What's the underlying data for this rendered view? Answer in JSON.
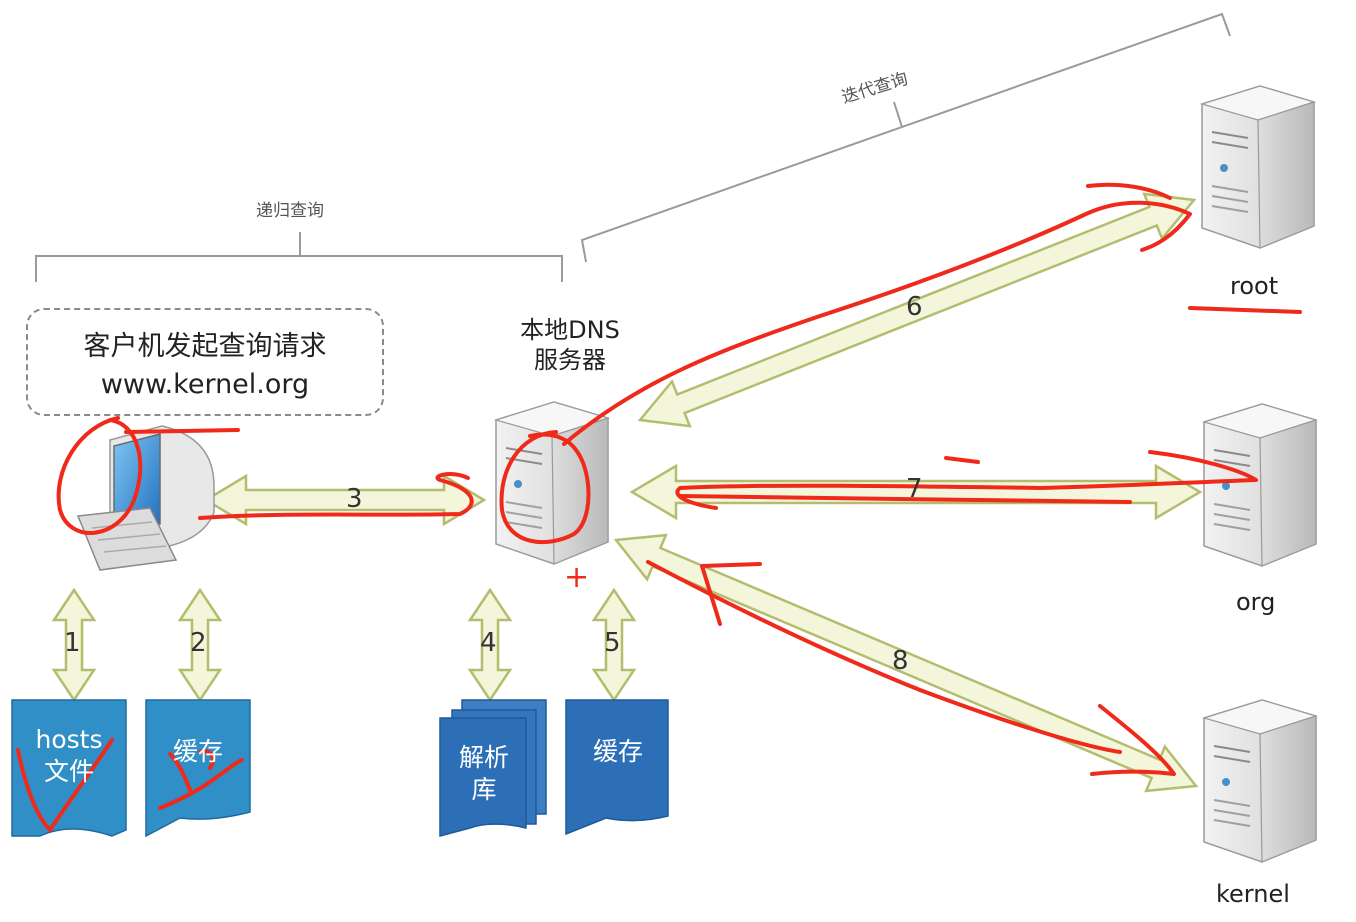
{
  "brackets": {
    "recursive": "递归查询",
    "iterative": "迭代查询"
  },
  "client": {
    "line1": "客户机发起查询请求",
    "line2": "www.kernel.org"
  },
  "local_dns": {
    "line1": "本地DNS",
    "line2": "服务器"
  },
  "servers": {
    "root": "root",
    "org": "org",
    "kernel": "kernel"
  },
  "documents": {
    "hosts_line1": "hosts",
    "hosts_line2": "文件",
    "client_cache": "缓存",
    "db_line1": "解析",
    "db_line2": "库",
    "dns_cache": "缓存"
  },
  "steps": [
    "1",
    "2",
    "3",
    "4",
    "5",
    "6",
    "7",
    "8"
  ],
  "annotation": {
    "plus": "+"
  },
  "colors": {
    "arrow_fill": "#f4f6dc",
    "arrow_stroke": "#b4bd6e",
    "doc_blue": "#2f8fc6",
    "doc_dark": "#2d6fb7",
    "pen_red": "#f02a1a"
  }
}
